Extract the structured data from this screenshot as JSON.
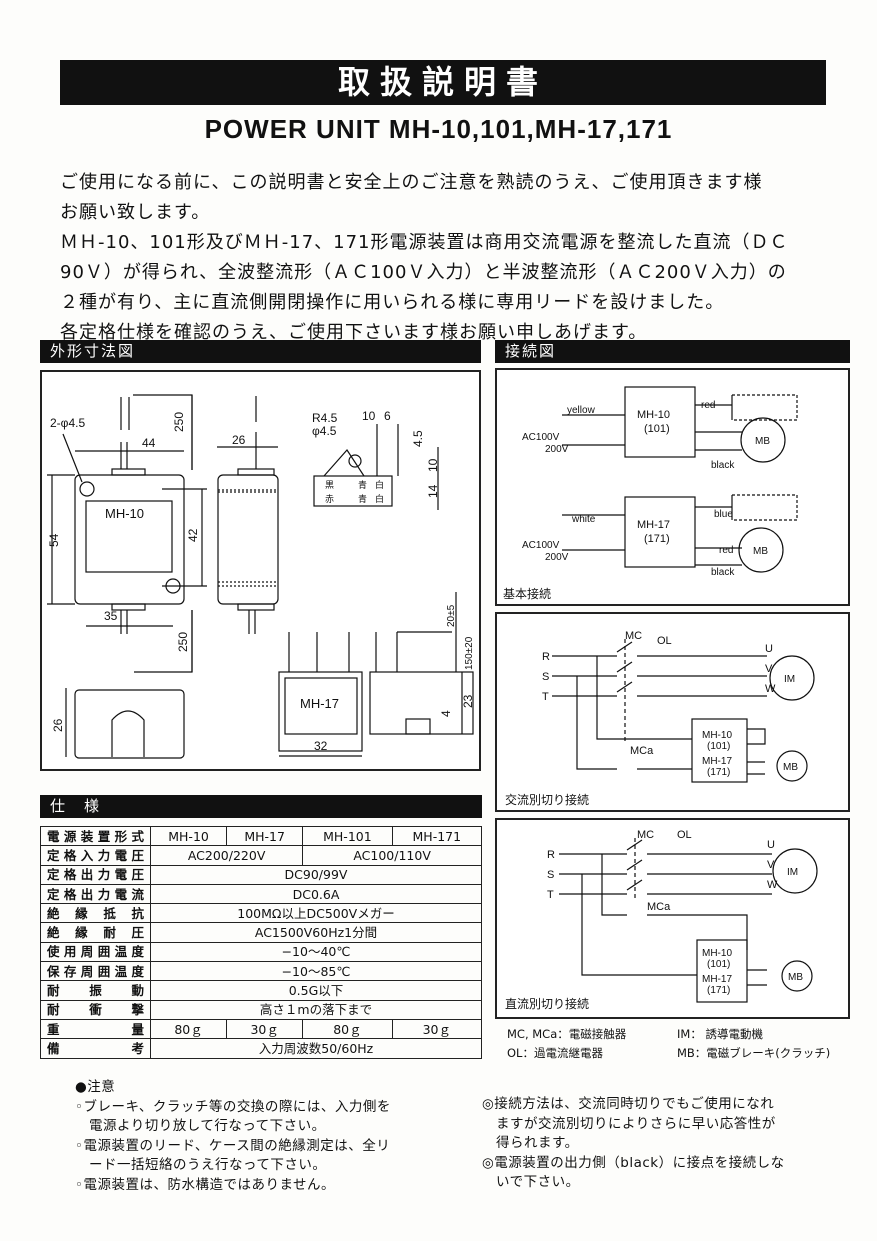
{
  "header": {
    "title": "取扱説明書",
    "subtitle": "POWER UNIT MH-10,101,MH-17,171"
  },
  "intro": [
    "ご使用になる前に、この説明書と安全上のご注意を熟読のうえ、ご使用頂きます様",
    "お願い致します。",
    "ＭＨ-10、101形及びＭＨ-17、171形電源装置は商用交流電源を整流した直流（ＤＣ",
    "90Ｖ）が得られ、全波整流形（ＡＣ100Ｖ入力）と半波整流形（ＡＣ200Ｖ入力）の",
    "２種が有り、主に直流側開閉操作に用いられる様に専用リードを設けました。",
    "各定格仕様を確認のうえ、ご使用下さいます様お願い申しあげます。"
  ],
  "dimensions": {
    "heading": "外形寸法図",
    "labels": {
      "holes": "2-φ4.5",
      "w44": "44",
      "l250a": "250",
      "h54": "54",
      "h42": "42",
      "w35": "35",
      "l250b": "250",
      "d26": "26",
      "h26": "26",
      "r45": "R4.5",
      "phi45": "φ4.5",
      "d10": "10",
      "d6": "6",
      "d45": "4.5",
      "d10v": "10",
      "d14": "14",
      "black": "黒",
      "red": "赤",
      "blue1": "青",
      "white1": "白",
      "blue2": "青",
      "white2": "白",
      "d20": "20±5",
      "d150": "150±20",
      "d23": "23",
      "d4": "4",
      "w32": "32",
      "mh10": "MH-10",
      "mh17": "MH-17"
    }
  },
  "connection": {
    "heading": "接続図",
    "basic": {
      "caption": "基本接続",
      "yellow": "yellow",
      "white": "white",
      "ac": "AC100V",
      "ac2": "200V",
      "ac_b": "AC100V",
      "ac2_b": "200V",
      "mh10": "MH-10",
      "mh101": "(101)",
      "mh17": "MH-17",
      "mh171": "(171)",
      "red": "red",
      "black": "black",
      "blue": "blue",
      "red2": "red",
      "black2": "black",
      "mb": "MB",
      "mb2": "MB"
    },
    "ac_cut": {
      "caption": "交流別切り接続",
      "r": "R",
      "s": "S",
      "t": "T",
      "mc": "MC",
      "ol": "OL",
      "u": "U",
      "v": "V",
      "w": "W",
      "im": "IM",
      "mca": "MCa",
      "mh10": "MH-10",
      "mh101": "(101)",
      "mh17": "MH-17",
      "mh171": "(171)",
      "mb": "MB"
    },
    "dc_cut": {
      "caption": "直流別切り接続",
      "r": "R",
      "s": "S",
      "t": "T",
      "mc": "MC",
      "ol": "OL",
      "u": "U",
      "v": "V",
      "w": "W",
      "im": "IM",
      "mca": "MCa",
      "mh10": "MH-10",
      "mh101": "(101)",
      "mh17": "MH-17",
      "mh171": "(171)",
      "mb": "MB"
    },
    "legend": [
      "MC, MCa：電磁接触器",
      "IM： 誘導電動機",
      "OL：過電流継電器",
      "MB：電磁ブレーキ(クラッチ)"
    ]
  },
  "spec": {
    "heading": "仕　様",
    "rows": [
      {
        "label": "電源装置形式",
        "cells": [
          "MH-10",
          "MH-17",
          "MH-101",
          "MH-171"
        ]
      },
      {
        "label": "定格入力電圧",
        "cells": [
          "AC200/220V",
          "AC100/110V"
        ]
      },
      {
        "label": "定格出力電圧",
        "cells": [
          "DC90/99V"
        ]
      },
      {
        "label": "定格出力電流",
        "cells": [
          "DC0.6A"
        ]
      },
      {
        "label": "絶縁抵抗",
        "cells": [
          "100MΩ以上DC500Vメガー"
        ]
      },
      {
        "label": "絶縁耐圧",
        "cells": [
          "AC1500V60Hz1分間"
        ]
      },
      {
        "label": "使用周囲温度",
        "cells": [
          "−10〜40℃"
        ]
      },
      {
        "label": "保存周囲温度",
        "cells": [
          "−10〜85℃"
        ]
      },
      {
        "label": "耐振動",
        "cells": [
          "0.5G以下"
        ]
      },
      {
        "label": "耐衝撃",
        "cells": [
          "高さ１mの落下まで"
        ]
      },
      {
        "label": "重量",
        "cells": [
          "80ｇ",
          "30ｇ",
          "80ｇ",
          "30ｇ"
        ]
      },
      {
        "label": "備考",
        "cells": [
          "入力周波数50/60Hz"
        ]
      }
    ]
  },
  "notes": {
    "heading": "●注意",
    "left": [
      "◦ブレーキ、クラッチ等の交換の際には、入力側を",
      "　電源より切り放して行なって下さい。",
      "◦電源装置のリード、ケース間の絶縁測定は、全リ",
      "　ード一括短絡のうえ行なって下さい。",
      "◦電源装置は、防水構造ではありません。"
    ],
    "right": [
      "◎接続方法は、交流同時切りでもご使用になれ",
      "　ますが交流別切りによりさらに早い応答性が",
      "　得られます。",
      "◎電源装置の出力側（black）に接点を接続しな",
      "　いで下さい。"
    ]
  }
}
